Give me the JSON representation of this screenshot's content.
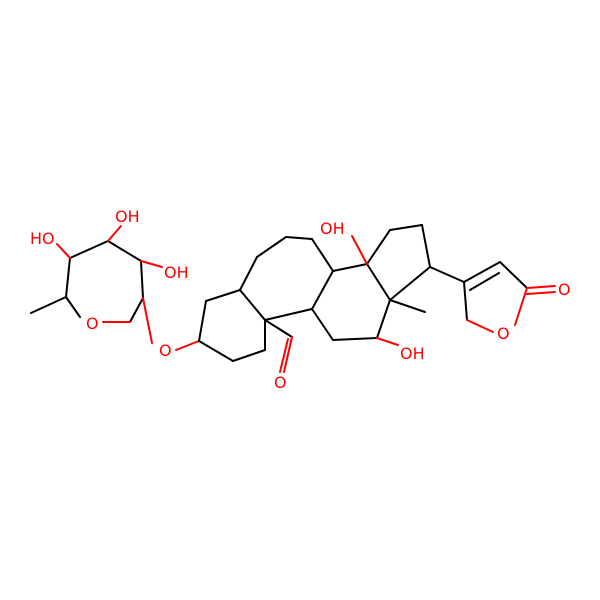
{
  "molecule": {
    "atom_color": "#ff0000",
    "bond_color": "#000000",
    "labels": {
      "oh_sugar_top": "OH",
      "ho_sugar_left": "HO",
      "oh_sugar_right": "OH",
      "o_ring_sugar": "O",
      "o_glycoside": "O",
      "oh_c14": "OH",
      "oh_c12": "OH",
      "o_aldehyde": "O",
      "o_lactone_ring": "O",
      "o_lactone_carbonyl": "O"
    }
  }
}
